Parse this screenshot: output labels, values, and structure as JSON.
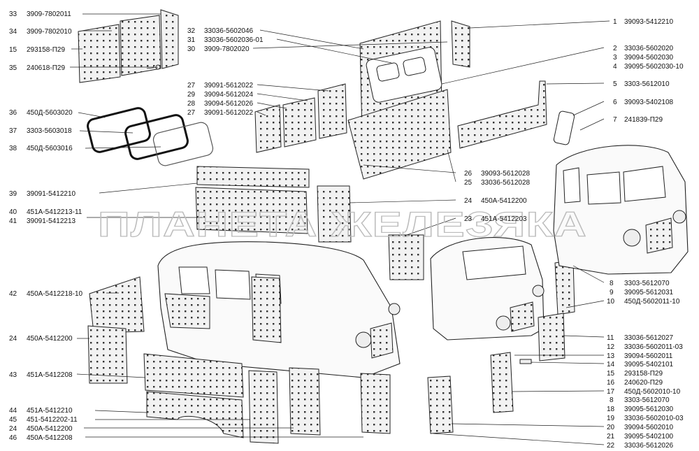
{
  "watermark": "ПЛАНЕТА ЖЕЛЕЗЯКА",
  "callouts": [
    {
      "num": "33",
      "code": "3909-7802011"
    },
    {
      "num": "34",
      "code": "3909-7802010"
    },
    {
      "num": "15",
      "code": "293158-П29"
    },
    {
      "num": "35",
      "code": "240618-П29"
    },
    {
      "num": "36",
      "code": "450Д-5603020"
    },
    {
      "num": "37",
      "code": "3303-5603018"
    },
    {
      "num": "38",
      "code": "450Д-5603016"
    },
    {
      "num": "39",
      "code": "39091-5412210"
    },
    {
      "num": "40",
      "code": "451А-5412213-11"
    },
    {
      "num": "41",
      "code": "39091-5412213"
    },
    {
      "num": "42",
      "code": "450А-5412218-10"
    },
    {
      "num": "24",
      "code": "450А-5412200"
    },
    {
      "num": "43",
      "code": "451А-5412208"
    },
    {
      "num": "44",
      "code": "451А-5412210"
    },
    {
      "num": "45",
      "code": "451-5412202-11"
    },
    {
      "num": "24",
      "code": "450А-5412200"
    },
    {
      "num": "46",
      "code": "450А-5412208"
    },
    {
      "num": "32",
      "code": "33036-5602046"
    },
    {
      "num": "31",
      "code": "33036-5602036-01"
    },
    {
      "num": "30",
      "code": "3909-7802020"
    },
    {
      "num": "27",
      "code": "39091-5612022"
    },
    {
      "num": "29",
      "code": "39094-5612024"
    },
    {
      "num": "28",
      "code": "39094-5612026"
    },
    {
      "num": "27",
      "code": "39091-5612022"
    },
    {
      "num": "26",
      "code": "39093-5612028"
    },
    {
      "num": "25",
      "code": "33036-5612028"
    },
    {
      "num": "24",
      "code": "450А-5412200"
    },
    {
      "num": "23",
      "code": "451А-5412203"
    },
    {
      "num": "1",
      "code": "39093-5412210"
    },
    {
      "num": "2",
      "code": "33036-5602020"
    },
    {
      "num": "3",
      "code": "39094-5602030"
    },
    {
      "num": "4",
      "code": "39095-5602030-10"
    },
    {
      "num": "5",
      "code": "3303-5612010"
    },
    {
      "num": "6",
      "code": "39093-5402108"
    },
    {
      "num": "7",
      "code": "241839-П29"
    },
    {
      "num": "8",
      "code": "3303-5612070"
    },
    {
      "num": "9",
      "code": "39095-5612031"
    },
    {
      "num": "10",
      "code": "450Д-5602011-10"
    },
    {
      "num": "11",
      "code": "33036-5612027"
    },
    {
      "num": "12",
      "code": "33036-5602011-03"
    },
    {
      "num": "13",
      "code": "39094-5602011"
    },
    {
      "num": "14",
      "code": "39095-5402101"
    },
    {
      "num": "15",
      "code": "293158-П29"
    },
    {
      "num": "16",
      "code": "240620-П29"
    },
    {
      "num": "17",
      "code": "450Д-5602010-10"
    },
    {
      "num": "8",
      "code": "3303-5612070"
    },
    {
      "num": "18",
      "code": "39095-5612030"
    },
    {
      "num": "19",
      "code": "33036-5602010-03"
    },
    {
      "num": "20",
      "code": "39094-5602010"
    },
    {
      "num": "21",
      "code": "39095-5402100"
    },
    {
      "num": "22",
      "code": "33036-5612026"
    }
  ]
}
